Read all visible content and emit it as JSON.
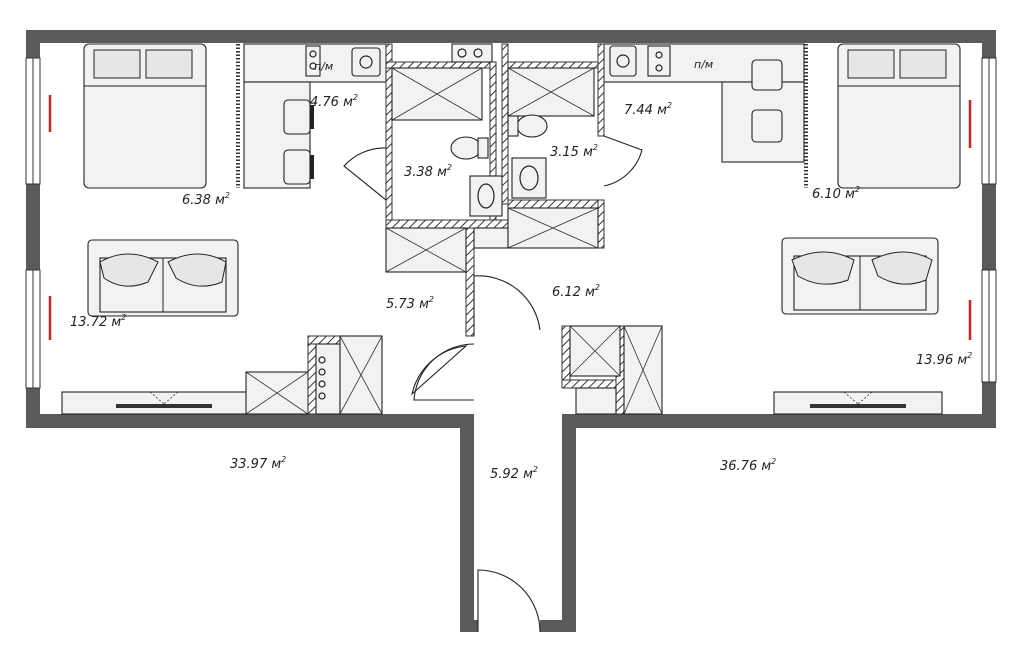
{
  "labels": {
    "area_6_38": "6.38 м",
    "area_4_76": "4.76 м",
    "area_3_38": "3.38 м",
    "area_3_15": "3.15 м",
    "area_7_44": "7.44 м",
    "area_6_10": "6.10 м",
    "area_13_72": "13.72 м",
    "area_5_73": "5.73 м",
    "area_6_12": "6.12 м",
    "area_13_96": "13.96 м",
    "area_33_97": "33.97 м",
    "area_5_92": "5.92 м",
    "area_36_76": "36.76 м",
    "unit_sup": "2",
    "pm_left": "п/м",
    "pm_right": "п/м"
  }
}
